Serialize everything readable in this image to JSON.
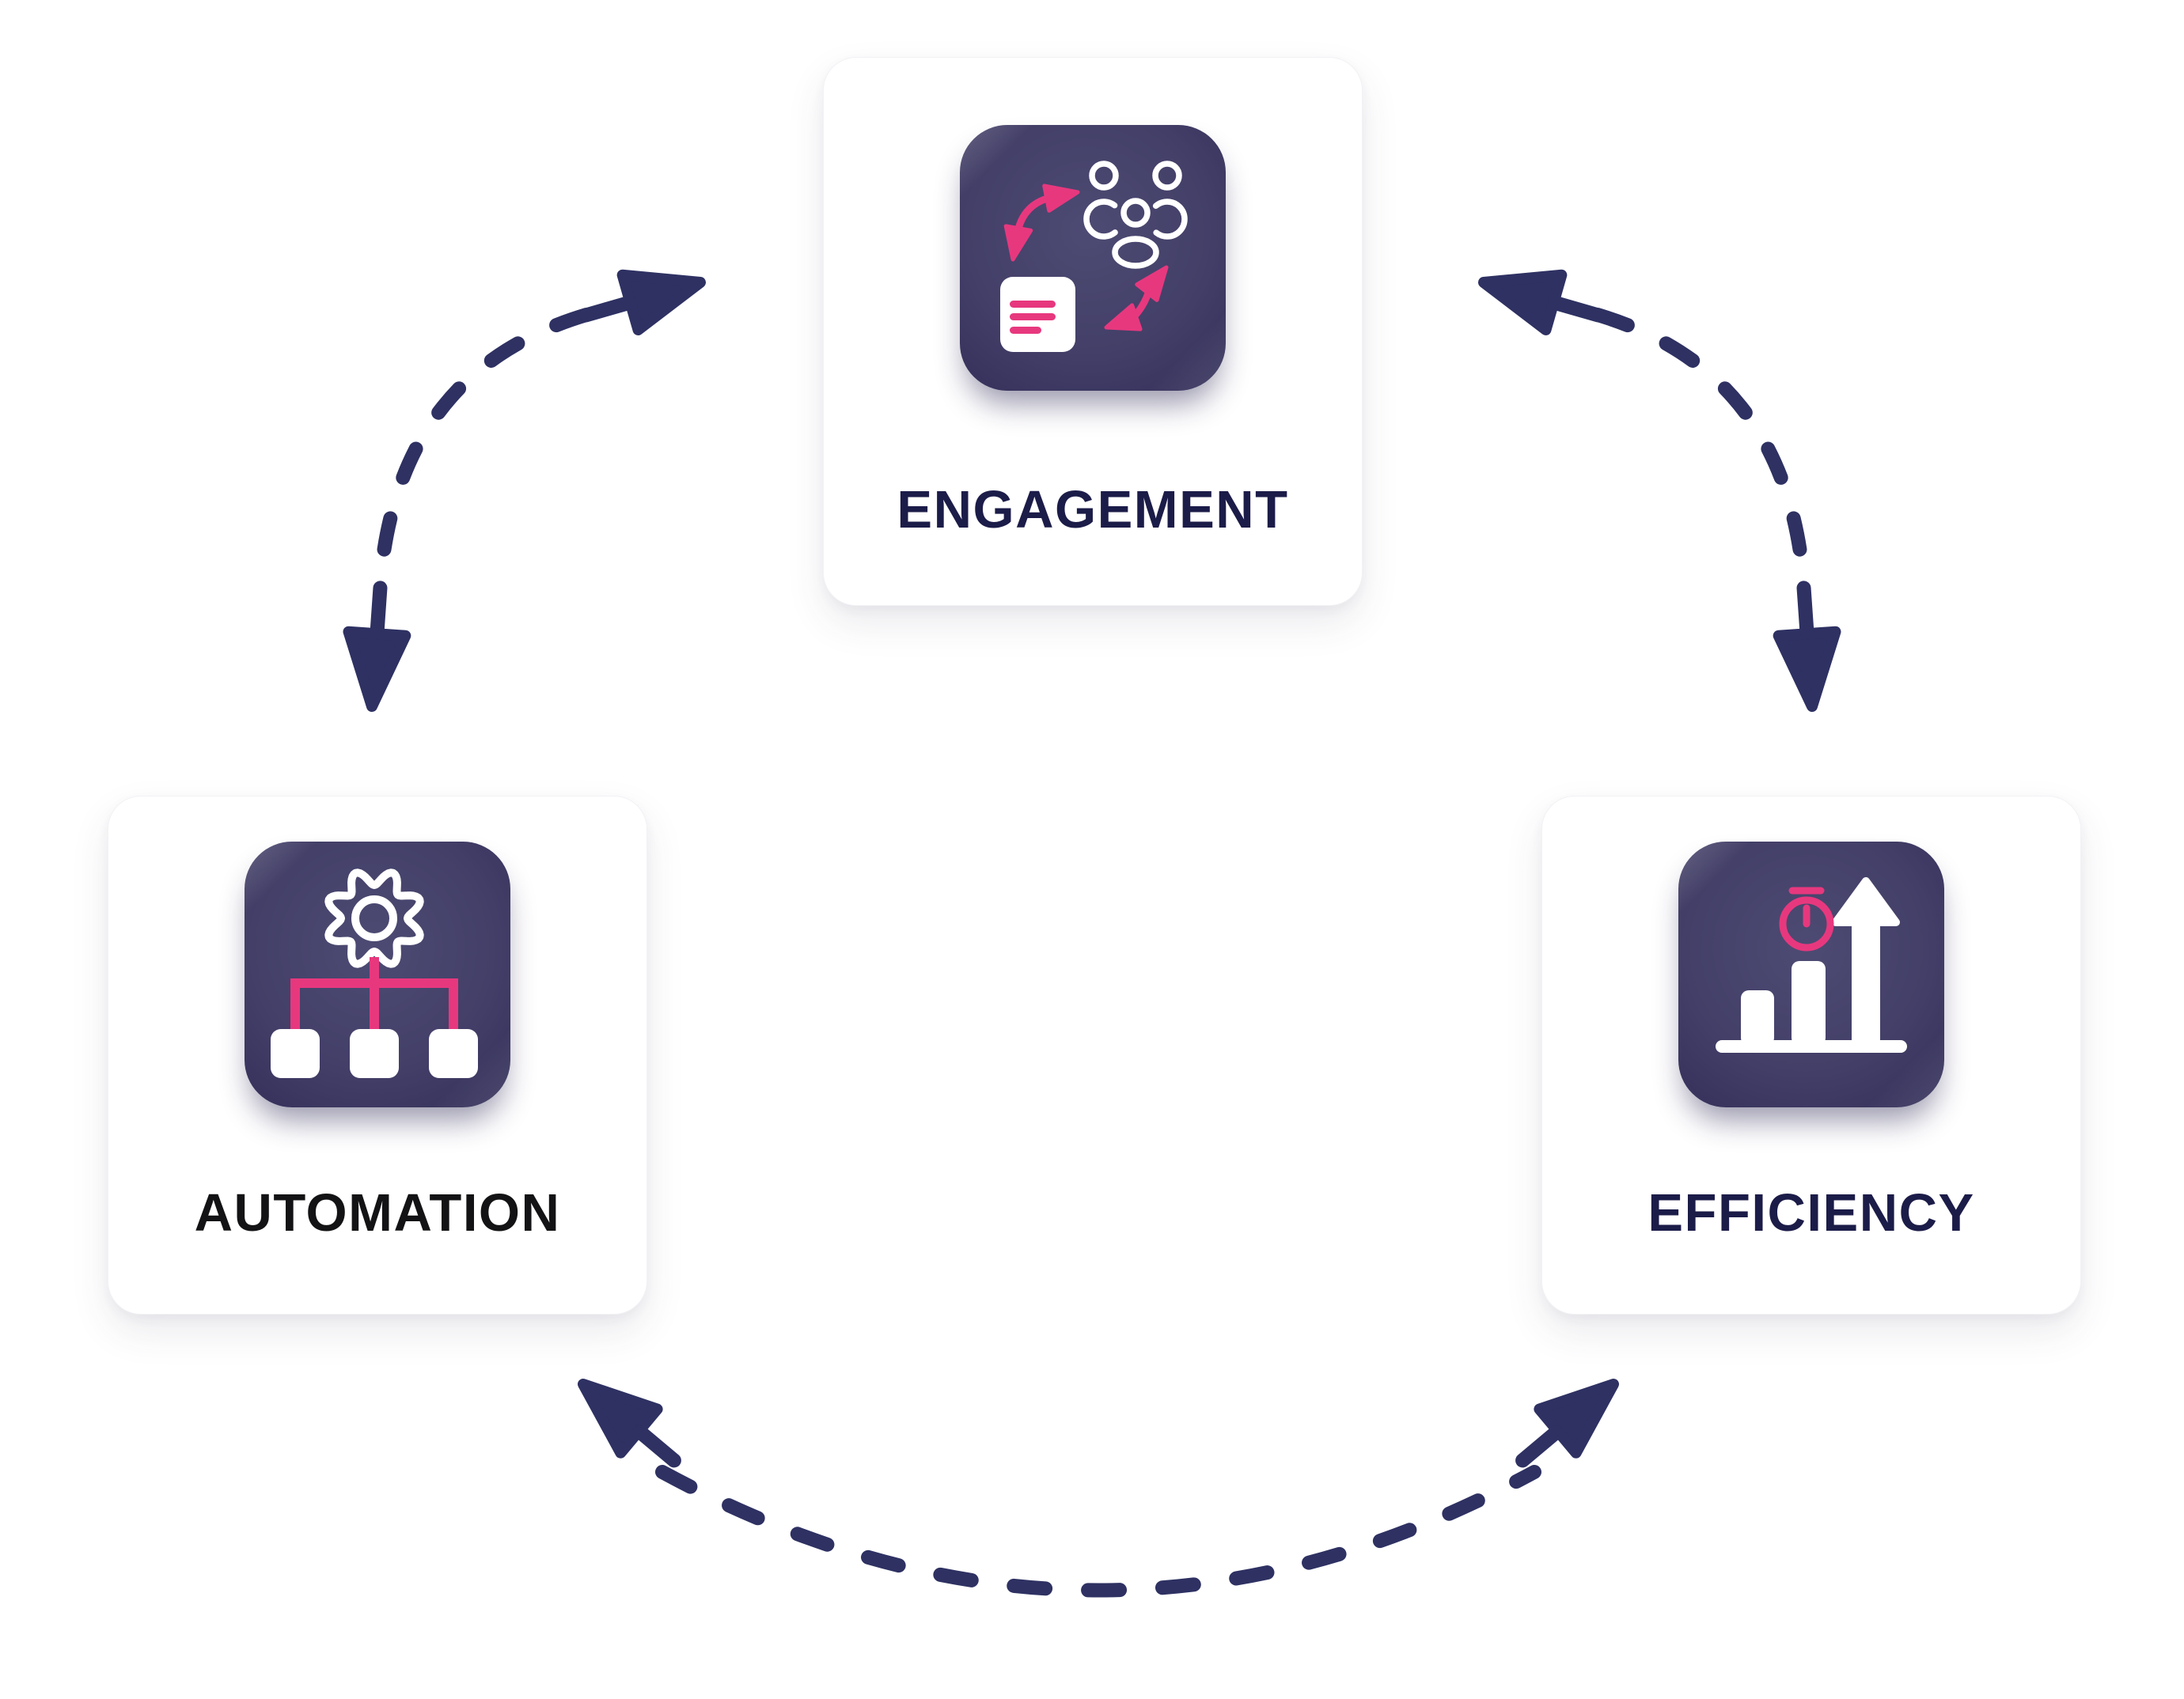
{
  "diagram": {
    "cards": [
      {
        "key": "engagement",
        "label": "ENGAGEMENT",
        "icon": "people-collaboration-icon",
        "label_color": "#1c1c49"
      },
      {
        "key": "automation",
        "label": "AUTOMATION",
        "icon": "gear-workflow-icon",
        "label_color": "#131315"
      },
      {
        "key": "efficiency",
        "label": "EFFICIENCY",
        "icon": "growth-stopwatch-icon",
        "label_color": "#1c1c49"
      }
    ],
    "arrows": [
      {
        "name": "automation-engagement-arrow",
        "style": "dashed",
        "double_headed": true
      },
      {
        "name": "engagement-efficiency-arrow",
        "style": "dashed",
        "double_headed": true
      },
      {
        "name": "automation-efficiency-arrow",
        "style": "dashed",
        "double_headed": true
      }
    ],
    "colors": {
      "arrow_navy": "#2e3162",
      "accent_pink": "#e7387e",
      "tile_dark": "#221f48",
      "tile_light": "#4d4b73",
      "icon_white": "#ffffff",
      "card_bg": "#ffffff",
      "page_bg": "#ffffff"
    }
  }
}
